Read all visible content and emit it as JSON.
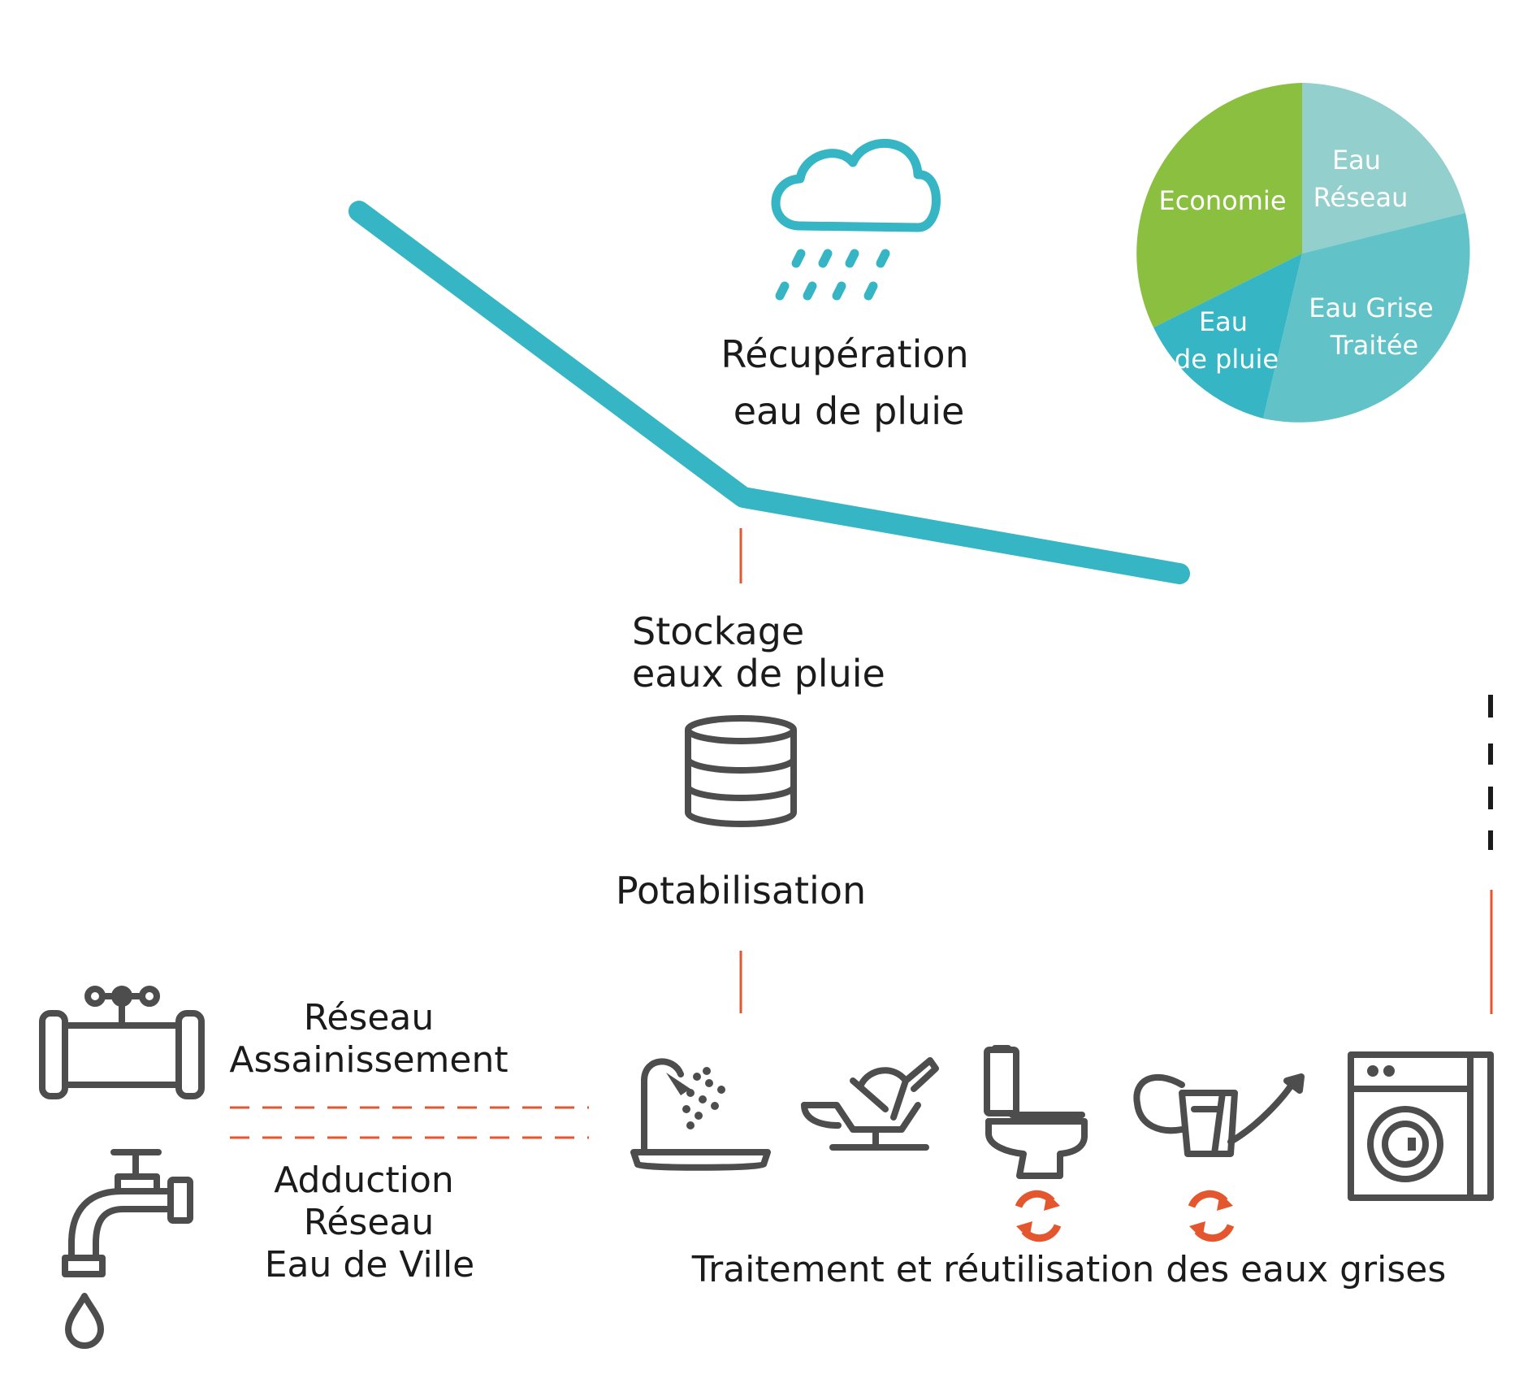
{
  "labels": {
    "rain_line1": "Récupération",
    "rain_line2": "eau de pluie",
    "storage_line1": "Stockage",
    "storage_line2": "eaux de pluie",
    "potabilisation": "Potabilisation",
    "sewer_line1": "Réseau",
    "sewer_line2": "Assainissement",
    "supply_line1": "Adduction",
    "supply_line2": "Réseau",
    "supply_line3": "Eau de Ville",
    "greywater": "Traitement et réutilisation des eaux grises"
  },
  "pie": {
    "economie": "Economie",
    "reseau_line1": "Eau",
    "reseau_line2": "Réseau",
    "grise_line1": "Eau Grise",
    "grise_line2": "Traitée",
    "pluie_line1": "Eau",
    "pluie_line2": "de pluie"
  },
  "colors": {
    "teal": "#36b6c4",
    "orange": "#e4572e",
    "icon_gray": "#4d4d4d",
    "green": "#8bbf40",
    "pale_teal": "#92cfcd",
    "mid_teal": "#61c3c8",
    "dark_teal": "#36b6c4"
  }
}
